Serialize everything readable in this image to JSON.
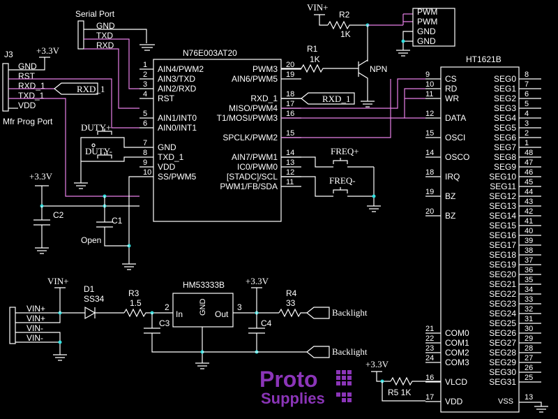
{
  "labels": {
    "serial_port": "Serial Port",
    "gnd": "GND",
    "txd": "TXD",
    "rxd": "RXD",
    "j3": "J3",
    "v33": "+3.3V",
    "mfr_prog_port": "Mfr Prog Port",
    "j3_pins": [
      "GND",
      "RST",
      "RXD_1",
      "TXD_1",
      "VDD"
    ],
    "rxd1_tag": "RXD_1",
    "vin_plus": "VIN+",
    "r2": "R2",
    "r2_val": "1K",
    "r1": "R1",
    "r1_val": "1K",
    "npn": "NPN",
    "pwm_header": [
      "PWM",
      "PWM",
      "GND",
      "GND"
    ],
    "mcu_name": "N76E003AT20",
    "duty_plus": "DUTY+",
    "duty_minus": "DUTY-",
    "freq_plus": "FREQ+",
    "freq_minus": "FREQ-",
    "c1": "C1",
    "c2": "C2",
    "open": "Open",
    "lcd_name": "HT1621B",
    "vin_conn": [
      "VIN+",
      "VIN+",
      "VIN-",
      "VIN-"
    ],
    "d1": "D1",
    "d1_val": "SS34",
    "r3": "R3",
    "r3_val": "1.5",
    "c3": "C3",
    "reg_name": "HM53333B",
    "reg_in": "In",
    "reg_gnd": "GND",
    "reg_out": "Out",
    "c4": "C4",
    "r4": "R4",
    "r4_val": "33",
    "backlight1": "Backlight",
    "backlight2": "Backlight",
    "r5": "R5 1K",
    "logo_word1": "Proto",
    "logo_word2": "Supplies"
  },
  "mcu_left": [
    {
      "num": "1",
      "name": "AIN4/PWM2"
    },
    {
      "num": "2",
      "name": "AIN3/TXD"
    },
    {
      "num": "3",
      "name": "AIN2/RXD"
    },
    {
      "num": "4",
      "name": "RST"
    },
    {
      "num": "5",
      "name": "AIN1/INT0"
    },
    {
      "num": "6",
      "name": "AIN0/INT1"
    },
    {
      "num": "7",
      "name": "GND"
    },
    {
      "num": "8",
      "name": "TXD_1"
    },
    {
      "num": "9",
      "name": "VDD"
    },
    {
      "num": "10",
      "name": "SS/PWM5"
    }
  ],
  "mcu_right": [
    {
      "num": "20",
      "name": "PWM3"
    },
    {
      "num": "19",
      "name": "AIN6/PWM5"
    },
    {
      "num": "18",
      "name": "RXD_1"
    },
    {
      "num": "17",
      "name": "MISO/PWM4"
    },
    {
      "num": "16",
      "name": "T1/MOSI/PWM3"
    },
    {
      "num": "15",
      "name": "SPCLK/PWM2"
    },
    {
      "num": "14",
      "name": "AIN7/PWM1"
    },
    {
      "num": "13",
      "name": "IC0/PWM0"
    },
    {
      "num": "12",
      "name": "[STADC]/SCL"
    },
    {
      "num": "11",
      "name": "PWM1/FB/SDA"
    }
  ],
  "lcd_left": [
    {
      "num": "9",
      "name": "CS"
    },
    {
      "num": "10",
      "name": "RD"
    },
    {
      "num": "11",
      "name": "WR"
    },
    {
      "num": "12",
      "name": "DATA"
    },
    {
      "num": "15",
      "name": "OSCI"
    },
    {
      "num": "14",
      "name": "OSCO"
    },
    {
      "num": "18",
      "name": "IRQ"
    },
    {
      "num": "19",
      "name": "BZ"
    },
    {
      "num": "20",
      "name": "BZ"
    },
    {
      "num": "21",
      "name": "COM0"
    },
    {
      "num": "22",
      "name": "COM1"
    },
    {
      "num": "23",
      "name": "COM2"
    },
    {
      "num": "24",
      "name": "COM3"
    },
    {
      "num": "16",
      "name": "VLCD"
    },
    {
      "num": "17",
      "name": "VDD"
    }
  ],
  "lcd_seg": [
    {
      "name": "SEG0",
      "num": "8"
    },
    {
      "name": "SEG1",
      "num": "7"
    },
    {
      "name": "SEG2",
      "num": "6"
    },
    {
      "name": "SEG3",
      "num": "5"
    },
    {
      "name": "SEG4",
      "num": "4"
    },
    {
      "name": "SEG5",
      "num": "3"
    },
    {
      "name": "SEG6",
      "num": "2"
    },
    {
      "name": "SEG7",
      "num": "1"
    },
    {
      "name": "SEG8",
      "num": "48"
    },
    {
      "name": "SEG9",
      "num": "47"
    },
    {
      "name": "SEG10",
      "num": "46"
    },
    {
      "name": "SEG11",
      "num": "45"
    },
    {
      "name": "SEG12",
      "num": "44"
    },
    {
      "name": "SEG13",
      "num": "43"
    },
    {
      "name": "SEG14",
      "num": "42"
    },
    {
      "name": "SEG15",
      "num": "41"
    },
    {
      "name": "SEG16",
      "num": "40"
    },
    {
      "name": "SEG17",
      "num": "39"
    },
    {
      "name": "SEG18",
      "num": "38"
    },
    {
      "name": "SEG19",
      "num": "37"
    },
    {
      "name": "SEG20",
      "num": "36"
    },
    {
      "name": "SEG21",
      "num": "35"
    },
    {
      "name": "SEG22",
      "num": "34"
    },
    {
      "name": "SEG23",
      "num": "33"
    },
    {
      "name": "SEG24",
      "num": "32"
    },
    {
      "name": "SEG25",
      "num": "31"
    },
    {
      "name": "SEG26",
      "num": "30"
    },
    {
      "name": "SEG27",
      "num": "29"
    },
    {
      "name": "SEG28",
      "num": "28"
    },
    {
      "name": "SEG29",
      "num": "27"
    },
    {
      "name": "SEG30",
      "num": "26"
    },
    {
      "name": "SEG31",
      "num": "25"
    }
  ],
  "lcd_vss": {
    "name": "VSS",
    "num": "13"
  },
  "colors": {
    "background": "#000000",
    "wire": "#ffffff",
    "net": "#e880e8",
    "power_pin": "#33e0e0",
    "logo_purple": "#8b35b8"
  }
}
